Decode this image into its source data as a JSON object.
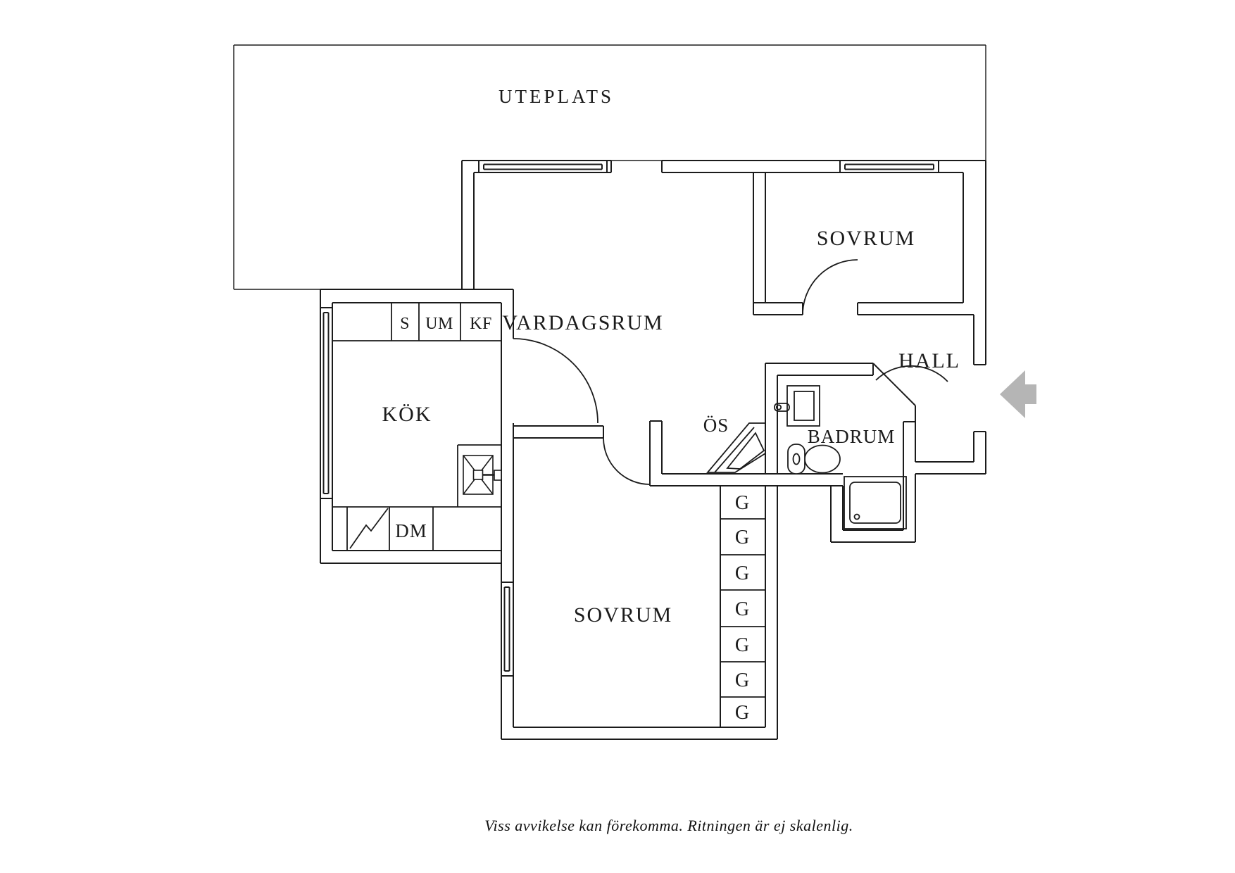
{
  "page": {
    "background": "#ffffff",
    "line_color": "#1b1b1b",
    "arrow_color": "#b5b5b5"
  },
  "plan": {
    "outdoor": {
      "label": "UTEPLATS"
    },
    "living_room": {
      "label": "VARDAGSRUM"
    },
    "bedroom_top": {
      "label": "SOVRUM"
    },
    "bedroom_bottom": {
      "label": "SOVRUM"
    },
    "kitchen": {
      "label": "KÖK",
      "appliances": [
        "S",
        "UM",
        "KF"
      ],
      "dishwasher_label": "DM"
    },
    "hall": {
      "label": "HALL"
    },
    "bathroom": {
      "label": "BADRUM"
    },
    "fireplace_label": "ÖS",
    "wardrobe_cells": [
      "G",
      "G",
      "G",
      "G",
      "G",
      "G",
      "G"
    ]
  },
  "footer": {
    "disclaimer": "Viss avvikelse kan förekomma. Ritningen är ej skalenlig."
  }
}
